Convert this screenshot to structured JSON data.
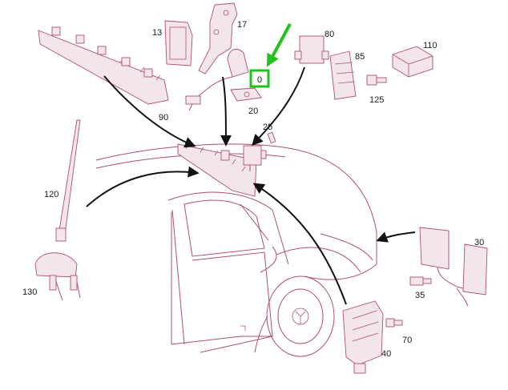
{
  "labels": {
    "p13": "13",
    "p17": "17",
    "p80": "80",
    "p110": "110",
    "p85": "85",
    "p125": "125",
    "p90": "90",
    "p20": "20",
    "p25": "25",
    "p120": "120",
    "p130": "130",
    "p30": "30",
    "p35": "35",
    "p70": "70",
    "p40": "40",
    "highlight": "0"
  },
  "colors": {
    "line": "#b0506b",
    "arrow": "#111111",
    "highlight": "#22c11d"
  }
}
